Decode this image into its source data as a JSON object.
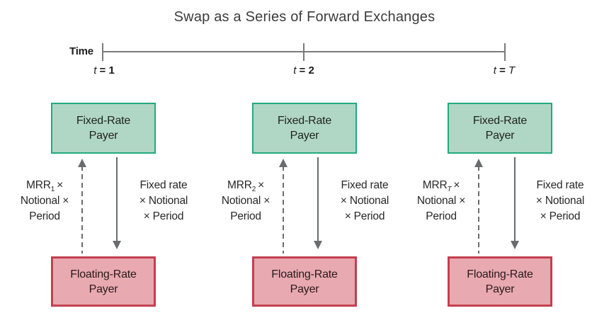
{
  "title": "Swap as a Series of Forward Exchanges",
  "colors": {
    "green_fill": "#b0d7c5",
    "green_border": "#24a97f",
    "red_fill": "#e8a9b0",
    "red_border": "#c43f4f",
    "arrow": "#696d6f",
    "timeline": "#7b7b7b"
  },
  "timeline": {
    "label": "Time",
    "ticks": [
      {
        "var": "t",
        "eq": "=",
        "value": "1"
      },
      {
        "var": "t",
        "eq": "=",
        "value": "2"
      },
      {
        "var": "t",
        "eq": "=",
        "value": "T"
      }
    ]
  },
  "columns": [
    {
      "fixed_payer": {
        "line1": "Fixed-Rate",
        "line2": "Payer"
      },
      "floating_payer": {
        "line1": "Floating-Rate",
        "line2": "Payer"
      },
      "floating_leg": {
        "base": "MRR",
        "sub": "1",
        "times": "×",
        "line2": "Notional ×",
        "line3": "Period"
      },
      "fixed_leg": {
        "line1": "Fixed rate",
        "line2": "× Notional",
        "line3": "× Period"
      }
    },
    {
      "fixed_payer": {
        "line1": "Fixed-Rate",
        "line2": "Payer"
      },
      "floating_payer": {
        "line1": "Floating-Rate",
        "line2": "Payer"
      },
      "floating_leg": {
        "base": "MRR",
        "sub": "2",
        "times": "×",
        "line2": "Notional ×",
        "line3": "Period"
      },
      "fixed_leg": {
        "line1": "Fixed rate",
        "line2": "× Notional",
        "line3": "× Period"
      }
    },
    {
      "fixed_payer": {
        "line1": "Fixed-Rate",
        "line2": "Payer"
      },
      "floating_payer": {
        "line1": "Floating-Rate",
        "line2": "Payer"
      },
      "floating_leg": {
        "base": "MRR",
        "sub": "T",
        "times": "×",
        "line2": "Notional ×",
        "line3": "Period"
      },
      "fixed_leg": {
        "line1": "Fixed rate",
        "line2": "× Notional",
        "line3": "× Period"
      }
    }
  ]
}
